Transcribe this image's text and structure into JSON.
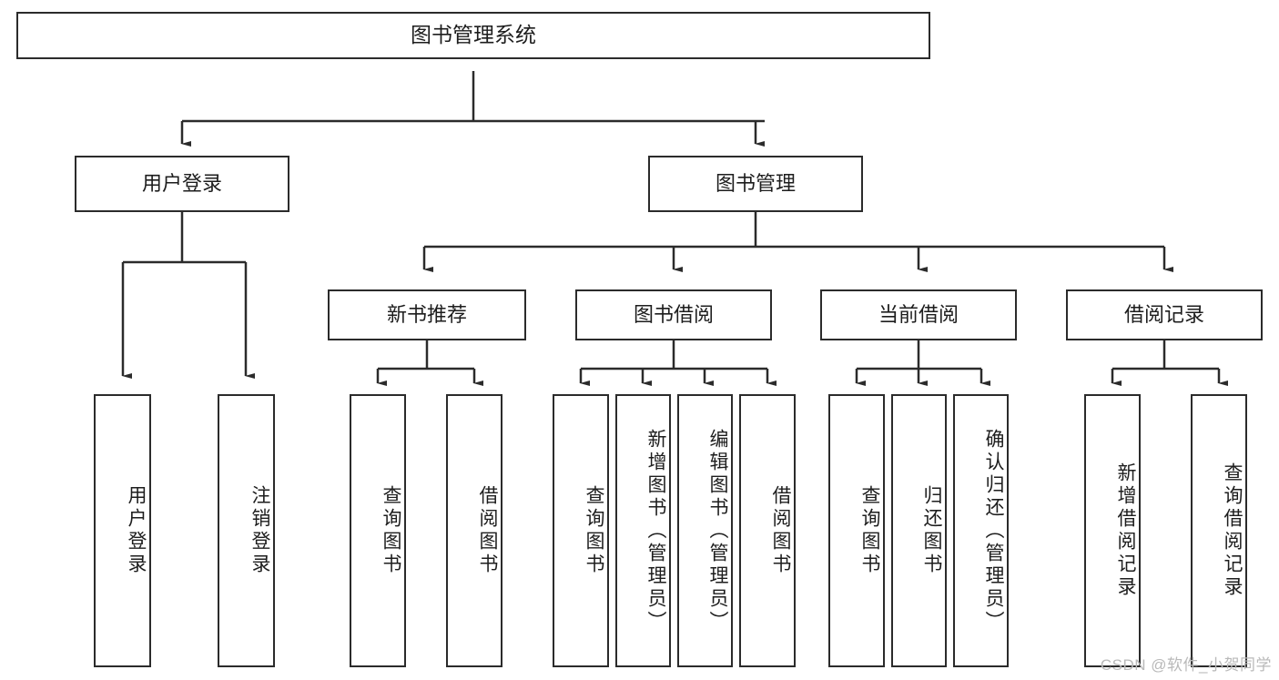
{
  "diagram": {
    "title": "图书管理系统",
    "type": "tree-hierarchy",
    "levels": 4,
    "nodes": {
      "root": {
        "label": "图书管理系统",
        "orientation": "horizontal"
      },
      "l2": [
        {
          "id": "user-login",
          "label": "用户登录",
          "orientation": "horizontal"
        },
        {
          "id": "book-manage",
          "label": "图书管理",
          "orientation": "horizontal"
        }
      ],
      "l3": [
        {
          "id": "new-book-recommend",
          "label": "新书推荐",
          "orientation": "horizontal"
        },
        {
          "id": "book-borrow",
          "label": "图书借阅",
          "orientation": "horizontal"
        },
        {
          "id": "current-borrow",
          "label": "当前借阅",
          "orientation": "horizontal"
        },
        {
          "id": "borrow-record",
          "label": "借阅记录",
          "orientation": "horizontal"
        }
      ],
      "leaves_user_login": [
        {
          "id": "leaf-user-login",
          "label": "用户登录",
          "orientation": "vertical"
        },
        {
          "id": "leaf-logout",
          "label": "注销登录",
          "orientation": "vertical"
        }
      ],
      "leaves_new_book": [
        {
          "id": "leaf-query-book-1",
          "label": "查询图书",
          "orientation": "vertical"
        },
        {
          "id": "leaf-borrow-book-1",
          "label": "借阅图书",
          "orientation": "vertical"
        }
      ],
      "leaves_book_borrow": [
        {
          "id": "leaf-query-book-2",
          "label": "查询图书",
          "orientation": "vertical"
        },
        {
          "id": "leaf-add-book",
          "label": "新增图书（管理员）",
          "orientation": "vertical"
        },
        {
          "id": "leaf-edit-book",
          "label": "编辑图书（管理员）",
          "orientation": "vertical"
        },
        {
          "id": "leaf-borrow-book-2",
          "label": "借阅图书",
          "orientation": "vertical"
        }
      ],
      "leaves_current_borrow": [
        {
          "id": "leaf-query-book-3",
          "label": "查询图书",
          "orientation": "vertical"
        },
        {
          "id": "leaf-return-book",
          "label": "归还图书",
          "orientation": "vertical"
        },
        {
          "id": "leaf-confirm-return",
          "label": "确认归还（管理员）",
          "orientation": "vertical"
        }
      ],
      "leaves_borrow_record": [
        {
          "id": "leaf-add-record",
          "label": "新增借阅记录",
          "orientation": "vertical"
        },
        {
          "id": "leaf-query-record",
          "label": "查询借阅记录",
          "orientation": "vertical"
        }
      ]
    },
    "colors": {
      "stroke": "#2b2b2b",
      "fill": "#ffffff",
      "text": "#1d1d1d",
      "watermark": "#b9b9b9"
    }
  },
  "watermark": {
    "text": "CSDN @软件_小贺同学"
  }
}
